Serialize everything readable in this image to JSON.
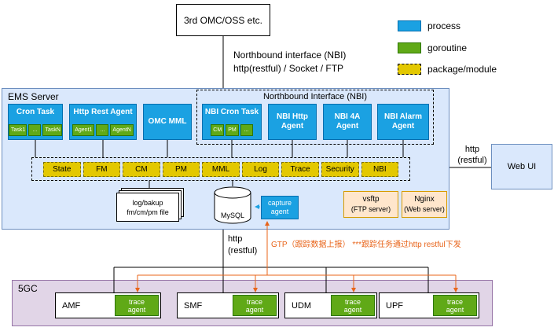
{
  "top": {
    "omc_label": "3rd OMC/OSS etc.",
    "nbi_note_line1": "Northbound interface (NBI)",
    "nbi_note_line2": "http(restful) / Socket / FTP"
  },
  "legend": {
    "process": "process",
    "goroutine": "goroutine",
    "package": "package/module"
  },
  "ems": {
    "title": "EMS Server",
    "cron_task": {
      "label": "Cron Task",
      "children": [
        "Task1",
        "...",
        "TaskN"
      ]
    },
    "http_rest_agent": {
      "label": "Http Rest Agent",
      "children": [
        "Agent1",
        "...",
        "AgentN"
      ]
    },
    "omc_mml": "OMC MML",
    "nbi": {
      "title": "Northbound Interface (NBI)",
      "cron_task": {
        "label": "NBI Cron Task",
        "children": [
          "CM",
          "PM",
          "..."
        ]
      },
      "http_agent": "NBI Http Agent",
      "four_a_agent": "NBI 4A Agent",
      "alarm_agent": "NBI Alarm Agent"
    },
    "modules": [
      "State",
      "FM",
      "CM",
      "PM",
      "MML",
      "Log",
      "Trace",
      "Security",
      "NBI"
    ],
    "log_store_line1": "log/bakup",
    "log_store_line2": "fm/cm/pm file",
    "mysql": "MySQL",
    "capture_agent_line1": "capture",
    "capture_agent_line2": "agent",
    "vsftp_line1": "vsftp",
    "vsftp_line2": "(FTP server)",
    "nginx_line1": "Nginx",
    "nginx_line2": "(Web server)"
  },
  "right": {
    "http_line1": "http",
    "http_line2": "(restful)",
    "web_ui": "Web UI"
  },
  "bottom": {
    "http_line1": "http",
    "http_line2": "(restful)",
    "gtp_note": "GTP（跟踪数据上报） ***跟踪任务通过http restful下发",
    "fivegc_title": "5GC",
    "nfs": [
      {
        "name": "AMF",
        "agent_line1": "trace",
        "agent_line2": "agent"
      },
      {
        "name": "SMF",
        "agent_line1": "trace",
        "agent_line2": "agent"
      },
      {
        "name": "UDM",
        "agent_line1": "trace",
        "agent_line2": "agent"
      },
      {
        "name": "UPF",
        "agent_line1": "trace",
        "agent_line2": "agent"
      }
    ]
  },
  "colors": {
    "process_blue": "#1ba1e2",
    "goroutine_green": "#60a917",
    "package_yellow": "#e3c800",
    "ems_bg": "#dae8fc",
    "fivegc_bg": "#e1d5e7",
    "server_tan": "#ffe6cc",
    "orange_accent": "#e8641a"
  }
}
